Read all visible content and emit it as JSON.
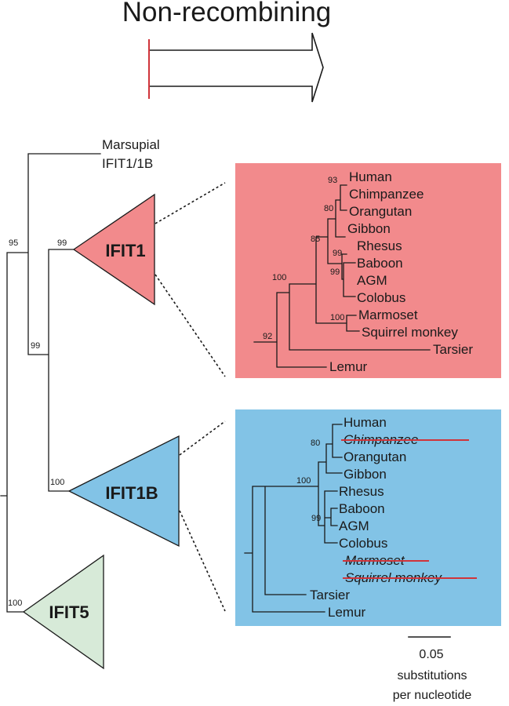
{
  "header": {
    "title": "Non-recombining"
  },
  "colors": {
    "ifit1_clade": "#f28a8c",
    "ifit1b_clade": "#82c3e6",
    "ifit5_clade": "#d7ead8",
    "strike": "#d0343a"
  },
  "main_tree": {
    "outgroup_label_line1": "Marsupial",
    "outgroup_label_line2": "IFIT1/1B",
    "clades": {
      "ifit1": "IFIT1",
      "ifit1b": "IFIT1B",
      "ifit5": "IFIT5"
    },
    "bootstrap": {
      "root_ifit": "95",
      "ifit1_ifit1b": "99",
      "ifit1": "99",
      "ifit1b": "100",
      "ifit5": "100"
    }
  },
  "ifit1_panel": {
    "taxa": [
      "Human",
      "Chimpanzee",
      "Orangutan",
      "Gibbon",
      "Rhesus",
      "Baboon",
      "AGM",
      "Colobus",
      "Marmoset",
      "Squirrel monkey",
      "Tarsier",
      "Lemur"
    ],
    "bootstrap": {
      "human_chimp": "93",
      "great_apes": "80",
      "catarrhini": "85",
      "rhesus_baboon": "99",
      "agm": "99",
      "anthropoids": "100",
      "new_world": "100",
      "root": "92"
    }
  },
  "ifit1b_panel": {
    "taxa": [
      "Human",
      "Chimpanzee",
      "Orangutan",
      "Gibbon",
      "Rhesus",
      "Baboon",
      "AGM",
      "Colobus",
      "Marmoset",
      "Squirrel monkey",
      "Tarsier",
      "Lemur"
    ],
    "deleted": [
      "Chimpanzee",
      "Marmoset",
      "Squirrel monkey"
    ],
    "bootstrap": {
      "apes": "80",
      "catarrhini": "100",
      "old_world_monkeys": "99"
    }
  },
  "scale_bar": {
    "value": "0.05",
    "label_line1": "substitutions",
    "label_line2": "per nucleotide"
  }
}
